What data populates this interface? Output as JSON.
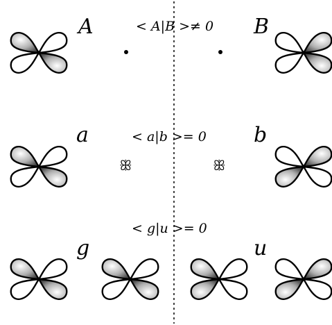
{
  "labels": {
    "A": "A",
    "B": "B",
    "a": "a",
    "b": "b",
    "g": "g",
    "u": "u"
  },
  "equations": {
    "row1": "< A|B >≠ 0",
    "row2": "< a|b >= 0",
    "row3": "< g|u >= 0"
  },
  "symbols": {
    "small_orbital_left": "ꕥ",
    "small_orbital_right": "ꕥ"
  },
  "colors": {
    "stroke": "#000000",
    "shade_dark": "#555555",
    "shade_light": "#ffffff"
  }
}
